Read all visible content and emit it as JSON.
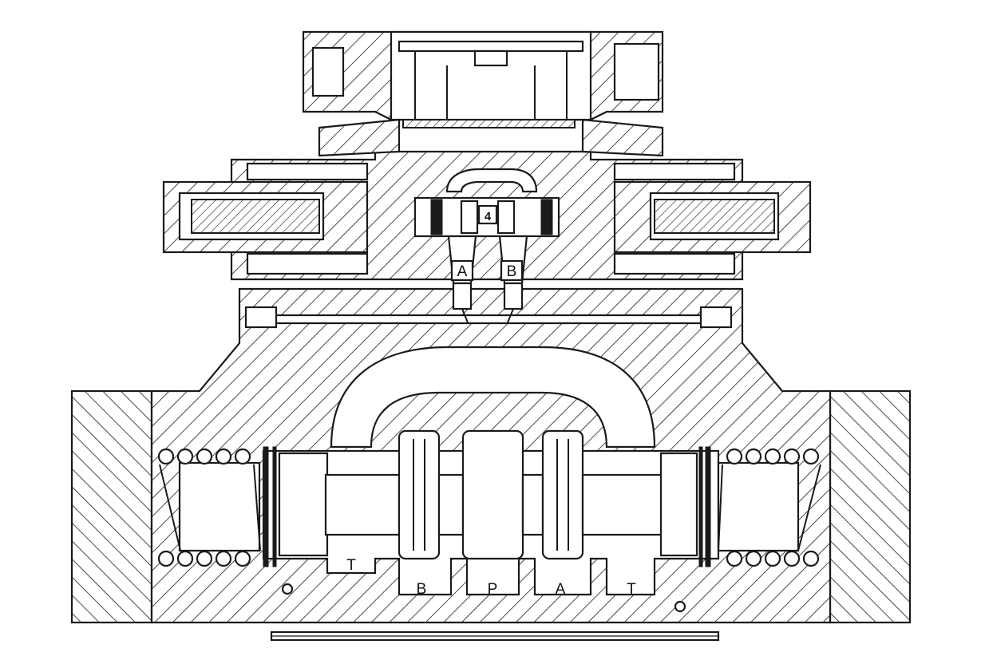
{
  "diagram": {
    "pilot_stage": {
      "center_label": "4",
      "ports": [
        "A",
        "B"
      ]
    },
    "main_stage": {
      "ports": [
        "T",
        "B",
        "P",
        "A",
        "T"
      ]
    },
    "colors": {
      "line": "#1a1a1a",
      "background": "#ffffff"
    }
  }
}
